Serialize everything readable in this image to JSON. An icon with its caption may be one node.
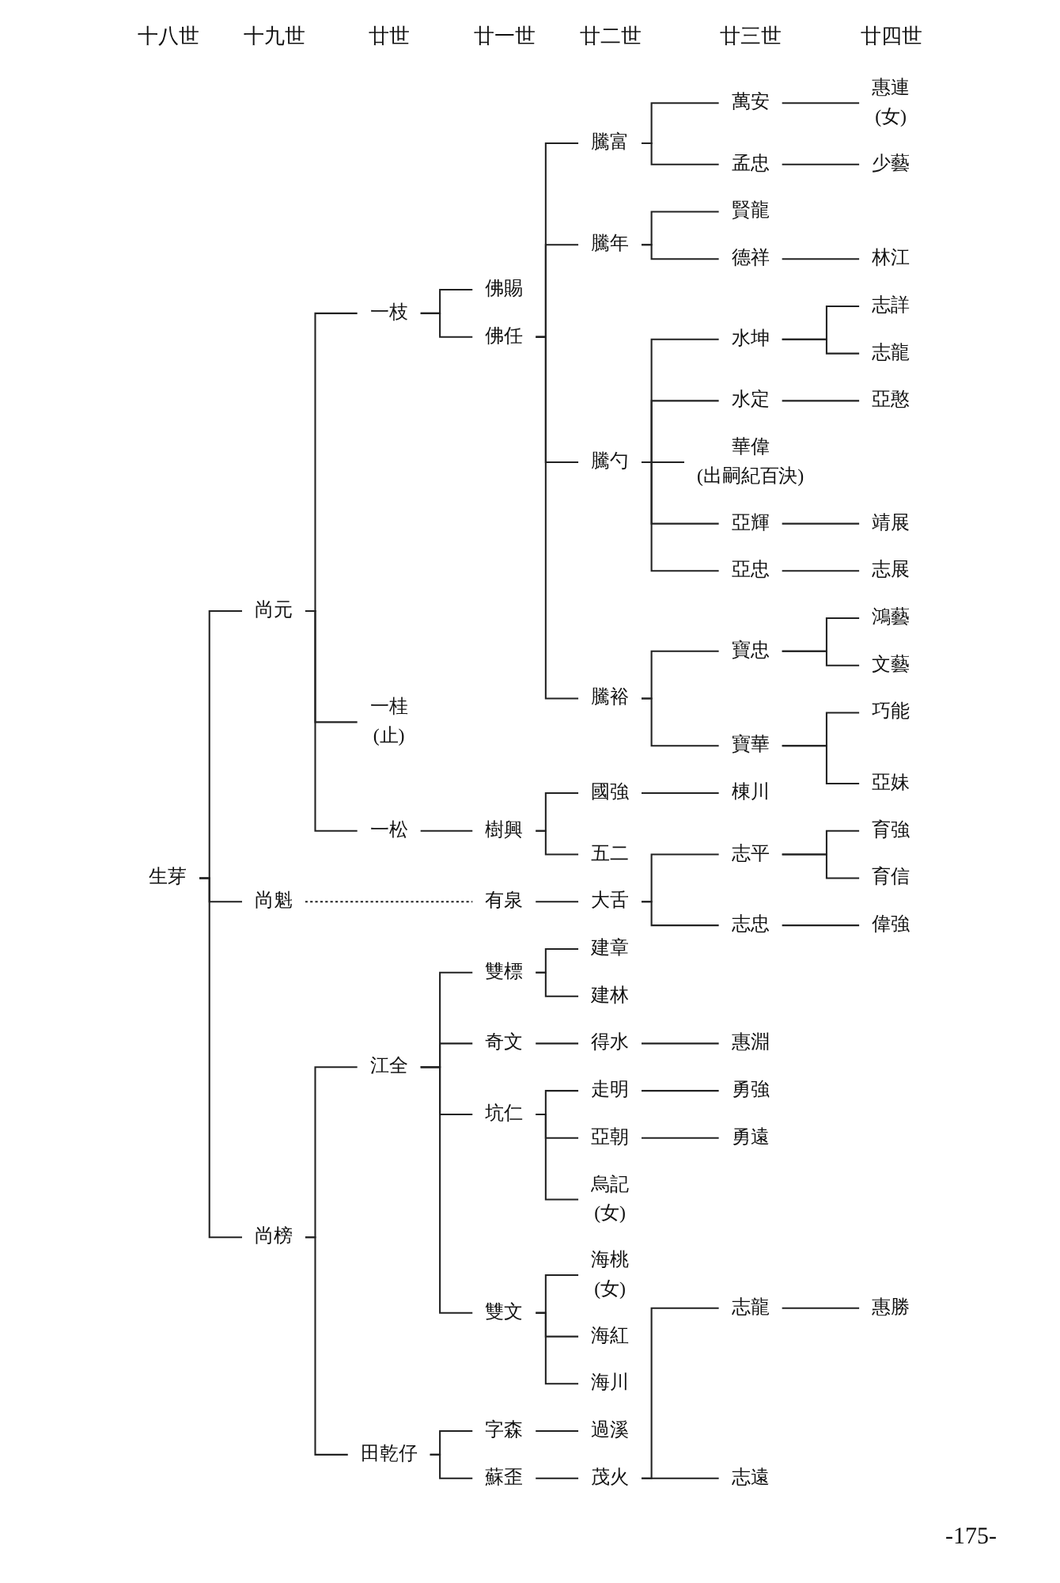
{
  "diagram": {
    "nodes": [
      {
        "text": [
          "生芽"
        ]
      },
      {
        "text": [
          "尚元"
        ]
      },
      {
        "text": [
          "一枝"
        ]
      },
      {
        "text": [
          "佛賜"
        ]
      },
      {
        "text": [
          "佛任"
        ]
      },
      {
        "text": [
          "騰富"
        ]
      },
      {
        "text": [
          "萬安"
        ]
      },
      {
        "text": [
          "惠連",
          "(女)"
        ]
      },
      {
        "text": [
          "孟忠"
        ]
      },
      {
        "text": [
          "少藝"
        ]
      },
      {
        "text": [
          "騰年"
        ]
      },
      {
        "text": [
          "賢龍"
        ]
      },
      {
        "text": [
          "德祥"
        ]
      },
      {
        "text": [
          "林江"
        ]
      },
      {
        "text": [
          "騰勺"
        ]
      },
      {
        "text": [
          "水坤"
        ]
      },
      {
        "text": [
          "志詳"
        ]
      },
      {
        "text": [
          "志龍"
        ]
      },
      {
        "text": [
          "水定"
        ]
      },
      {
        "text": [
          "亞憨"
        ]
      },
      {
        "text": [
          "華偉",
          "(出嗣紀百決)"
        ]
      },
      {
        "text": [
          "亞輝"
        ]
      },
      {
        "text": [
          "靖展"
        ]
      },
      {
        "text": [
          "亞忠"
        ]
      },
      {
        "text": [
          "志展"
        ]
      },
      {
        "text": [
          "騰裕"
        ]
      },
      {
        "text": [
          "寶忠"
        ]
      },
      {
        "text": [
          "鴻藝"
        ]
      },
      {
        "text": [
          "文藝"
        ]
      },
      {
        "text": [
          "寶華"
        ]
      },
      {
        "text": [
          "巧能"
        ]
      },
      {
        "text": [
          "亞妹"
        ]
      },
      {
        "text": [
          "一桂",
          "(止)"
        ]
      },
      {
        "text": [
          "一松"
        ]
      },
      {
        "text": [
          "樹興"
        ]
      },
      {
        "text": [
          "國強"
        ]
      },
      {
        "text": [
          "棟川"
        ]
      },
      {
        "text": [
          "五二"
        ]
      },
      {
        "text": [
          "尚魁"
        ]
      },
      {
        "text": [
          "有泉"
        ]
      },
      {
        "text": [
          "大舌"
        ]
      },
      {
        "text": [
          "志平"
        ]
      },
      {
        "text": [
          "育強"
        ]
      },
      {
        "text": [
          "育信"
        ]
      },
      {
        "text": [
          "志忠"
        ]
      },
      {
        "text": [
          "偉強"
        ]
      },
      {
        "text": [
          "尚榜"
        ]
      },
      {
        "text": [
          "江全"
        ]
      },
      {
        "text": [
          "雙標"
        ]
      },
      {
        "text": [
          "建章"
        ]
      },
      {
        "text": [
          "建林"
        ]
      },
      {
        "text": [
          "奇文"
        ]
      },
      {
        "text": [
          "得水"
        ]
      },
      {
        "text": [
          "惠淵"
        ]
      },
      {
        "text": [
          "坑仁"
        ]
      },
      {
        "text": [
          "走明"
        ]
      },
      {
        "text": [
          "勇強"
        ]
      },
      {
        "text": [
          "亞朝"
        ]
      },
      {
        "text": [
          "勇遠"
        ]
      },
      {
        "text": [
          "烏記",
          "(女)"
        ]
      },
      {
        "text": [
          "雙文"
        ]
      },
      {
        "text": [
          "海桃",
          "(女)"
        ]
      },
      {
        "text": [
          "海紅"
        ]
      },
      {
        "text": [
          "海川"
        ]
      },
      {
        "text": [
          "田乾仔"
        ]
      },
      {
        "text": [
          "字森"
        ]
      },
      {
        "text": [
          "過溪"
        ]
      },
      {
        "text": [
          "蘇歪"
        ]
      },
      {
        "text": [
          "茂火"
        ]
      },
      {
        "text": [
          "志龍"
        ]
      },
      {
        "text": [
          "惠勝"
        ]
      },
      {
        "text": [
          "志遠"
        ]
      }
    ],
    "edges": [
      {
        "from": 0,
        "to": 1,
        "arrow": "none"
      },
      {
        "from": 1,
        "to": 2,
        "arrow": "none"
      },
      {
        "from": 2,
        "to": 3,
        "arrow": "none"
      },
      {
        "from": 2,
        "to": 4,
        "arrow": "none"
      },
      {
        "from": 4,
        "to": 5,
        "arrow": "none"
      },
      {
        "from": 5,
        "to": 6,
        "arrow": "none"
      },
      {
        "from": 6,
        "to": 7,
        "arrow": "none"
      },
      {
        "from": 5,
        "to": 8,
        "arrow": "none"
      },
      {
        "from": 8,
        "to": 9,
        "arrow": "none"
      },
      {
        "from": 4,
        "to": 10,
        "arrow": "none"
      },
      {
        "from": 10,
        "to": 11,
        "arrow": "none"
      },
      {
        "from": 10,
        "to": 12,
        "arrow": "none"
      },
      {
        "from": 12,
        "to": 13,
        "arrow": "none"
      },
      {
        "from": 4,
        "to": 14,
        "arrow": "none"
      },
      {
        "from": 14,
        "to": 15,
        "arrow": "none"
      },
      {
        "from": 15,
        "to": 16,
        "arrow": "none"
      },
      {
        "from": 15,
        "to": 17,
        "arrow": "none"
      },
      {
        "from": 14,
        "to": 18,
        "arrow": "none"
      },
      {
        "from": 18,
        "to": 19,
        "arrow": "none"
      },
      {
        "from": 14,
        "to": 20,
        "arrow": "none"
      },
      {
        "from": 14,
        "to": 21,
        "arrow": "none"
      },
      {
        "from": 21,
        "to": 22,
        "arrow": "none"
      },
      {
        "from": 14,
        "to": 23,
        "arrow": "none"
      },
      {
        "from": 23,
        "to": 24,
        "arrow": "none"
      },
      {
        "from": 4,
        "to": 25,
        "arrow": "none"
      },
      {
        "from": 25,
        "to": 26,
        "arrow": "none"
      },
      {
        "from": 26,
        "to": 27,
        "arrow": "none"
      },
      {
        "from": 26,
        "to": 28,
        "arrow": "none"
      },
      {
        "from": 25,
        "to": 29,
        "arrow": "none"
      },
      {
        "from": 29,
        "to": 30,
        "arrow": "none"
      },
      {
        "from": 29,
        "to": 31,
        "arrow": "none"
      },
      {
        "from": 1,
        "to": 32,
        "arrow": "none"
      },
      {
        "from": 1,
        "to": 33,
        "arrow": "none"
      },
      {
        "from": 33,
        "to": 34,
        "arrow": "none"
      },
      {
        "from": 34,
        "to": 35,
        "arrow": "none"
      },
      {
        "from": 35,
        "to": 36,
        "arrow": "none"
      },
      {
        "from": 34,
        "to": 37,
        "arrow": "none"
      },
      {
        "from": 0,
        "to": 38,
        "arrow": "none"
      },
      {
        "from": 38,
        "to": 39,
        "arrow": "none",
        "style": "dashed"
      },
      {
        "from": 39,
        "to": 40,
        "arrow": "none"
      },
      {
        "from": 40,
        "to": 41,
        "arrow": "none"
      },
      {
        "from": 41,
        "to": 42,
        "arrow": "none"
      },
      {
        "from": 41,
        "to": 43,
        "arrow": "none"
      },
      {
        "from": 40,
        "to": 44,
        "arrow": "none"
      },
      {
        "from": 44,
        "to": 45,
        "arrow": "none"
      },
      {
        "from": 0,
        "to": 46,
        "arrow": "none"
      },
      {
        "from": 46,
        "to": 47,
        "arrow": "none"
      },
      {
        "from": 47,
        "to": 48,
        "arrow": "none"
      },
      {
        "from": 48,
        "to": 49,
        "arrow": "none"
      },
      {
        "from": 48,
        "to": 50,
        "arrow": "none"
      },
      {
        "from": 47,
        "to": 51,
        "arrow": "none"
      },
      {
        "from": 51,
        "to": 52,
        "arrow": "none"
      },
      {
        "from": 52,
        "to": 53,
        "arrow": "none"
      },
      {
        "from": 47,
        "to": 54,
        "arrow": "none"
      },
      {
        "from": 54,
        "to": 55,
        "arrow": "none"
      },
      {
        "from": 55,
        "to": 56,
        "arrow": "none"
      },
      {
        "from": 54,
        "to": 57,
        "arrow": "none"
      },
      {
        "from": 57,
        "to": 58,
        "arrow": "none"
      },
      {
        "from": 54,
        "to": 59,
        "arrow": "none"
      },
      {
        "from": 47,
        "to": 60,
        "arrow": "none"
      },
      {
        "from": 60,
        "to": 61,
        "arrow": "none"
      },
      {
        "from": 60,
        "to": 62,
        "arrow": "none"
      },
      {
        "from": 60,
        "to": 63,
        "arrow": "none"
      },
      {
        "from": 46,
        "to": 64,
        "arrow": "none"
      },
      {
        "from": 64,
        "to": 65,
        "arrow": "none"
      },
      {
        "from": 65,
        "to": 66,
        "arrow": "none"
      },
      {
        "from": 64,
        "to": 67,
        "arrow": "none"
      },
      {
        "from": 67,
        "to": 68,
        "arrow": "none"
      },
      {
        "from": 68,
        "to": 69,
        "arrow": "none"
      },
      {
        "from": 69,
        "to": 70,
        "arrow": "none"
      },
      {
        "from": 68,
        "to": 71,
        "arrow": "none"
      }
    ],
    "labels": [
      "十八世",
      "十九世",
      "廿世",
      "廿一世",
      "廿二世",
      "廿三世",
      "廿四世",
      "-175-"
    ]
  }
}
